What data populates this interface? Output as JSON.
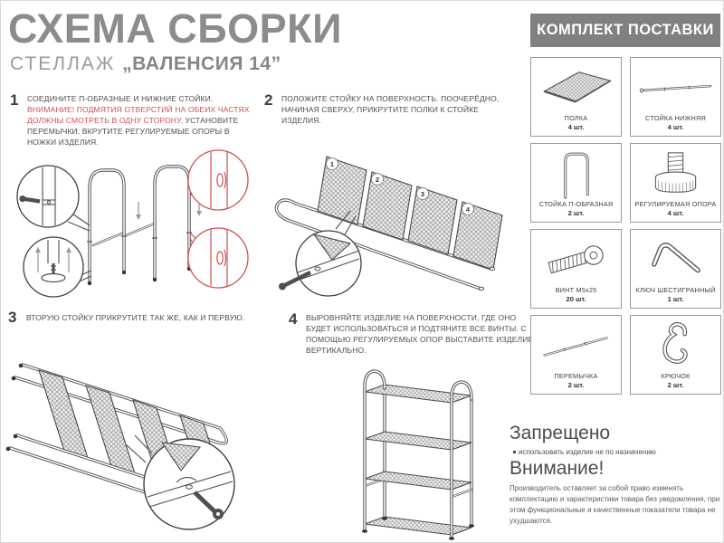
{
  "header": {
    "title": "СХЕМА СБОРКИ",
    "subtitle_type": "СТЕЛЛАЖ",
    "subtitle_name": "„ВАЛЕНСИЯ 14”"
  },
  "steps": {
    "step1": {
      "number": "1",
      "text_1": "СОЕДИНИТЕ П-ОБРАЗНЫЕ И НИЖНИЕ СТОЙКИ. ",
      "text_warning": "ВНИМАНИЕ! ПОДМЯТИЯ ОТВЕРСТИЙ НА ОБЕИХ ЧАСТЯХ ДОЛЖНЫ СМОТРЕТЬ В ОДНУ СТОРОНУ. ",
      "text_2": "УСТАНОВИТЕ ПЕРЕМЫЧКИ. ВКРУТИТЕ РЕГУЛИРУЕМЫЕ ОПОРЫ В НОЖКИ ИЗДЕЛИЯ."
    },
    "step2": {
      "number": "2",
      "text": "ПОЛОЖИТЕ СТОЙКУ НА ПОВЕРХНОСТЬ. ПООЧЕРЁДНО, НАЧИНАЯ СВЕРХУ, ПРИКРУТИТЕ ПОЛКИ К СТОЙКЕ ИЗДЕЛИЯ.",
      "shelf_labels": [
        "1",
        "2",
        "3",
        "4"
      ]
    },
    "step3": {
      "number": "3",
      "text": "ВТОРУЮ СТОЙКУ ПРИКРУТИТЕ ТАК ЖЕ, КАК И ПЕРВУЮ."
    },
    "step4": {
      "number": "4",
      "text": "ВЫРОВНЯЙТЕ ИЗДЕЛИЕ НА ПОВЕРХНОСТИ, ГДЕ ОНО БУДЕТ ИСПОЛЬЗОВАТЬСЯ И ПОДТЯНИТЕ ВСЕ ВИНТЫ. С ПОМОЩЬЮ РЕГУЛИРУЕМЫХ ОПОР ВЫСТАВИТЕ ИЗДЕЛИЕ ВЕРТИКАЛЬНО."
    }
  },
  "kit": {
    "header": "КОМПЛЕКТ ПОСТАВКИ",
    "items": [
      {
        "name": "ПОЛКА",
        "qty": "4 шт.",
        "icon": "shelf-icon"
      },
      {
        "name": "СТОЙКА НИЖНЯЯ",
        "qty": "4 шт.",
        "icon": "lower-post-icon"
      },
      {
        "name": "СТОЙКА П-ОБРАЗНАЯ",
        "qty": "2 шт.",
        "icon": "u-post-icon"
      },
      {
        "name": "РЕГУЛИРУЕМАЯ ОПОРА",
        "qty": "4 шт.",
        "icon": "adjustable-foot-icon"
      },
      {
        "name": "ВИНТ М5х25",
        "qty": "20 шт.",
        "icon": "bolt-icon"
      },
      {
        "name": "КЛЮЧ ШЕСТИГРАННЫЙ",
        "qty": "1 шт.",
        "icon": "hex-key-icon"
      },
      {
        "name": "ПЕРЕМЫЧКА",
        "qty": "2 шт.",
        "icon": "crossbar-icon"
      },
      {
        "name": "КРЮЧОК",
        "qty": "2 шт.",
        "icon": "hook-icon"
      }
    ]
  },
  "notices": {
    "forbidden_title": "Запрещено",
    "forbidden_item": "использовать изделие не по назначению",
    "attention_title": "Внимание!",
    "attention_text": "Производитель оставляет за собой право изменять комплектацию и характеристики товара без уведомления, при этом функциональные и качественные показатели товара не ухудшаются."
  },
  "colors": {
    "accent_red": "#d0504e",
    "title_gray": "#8c8c8c",
    "banner_gray": "#808080"
  }
}
